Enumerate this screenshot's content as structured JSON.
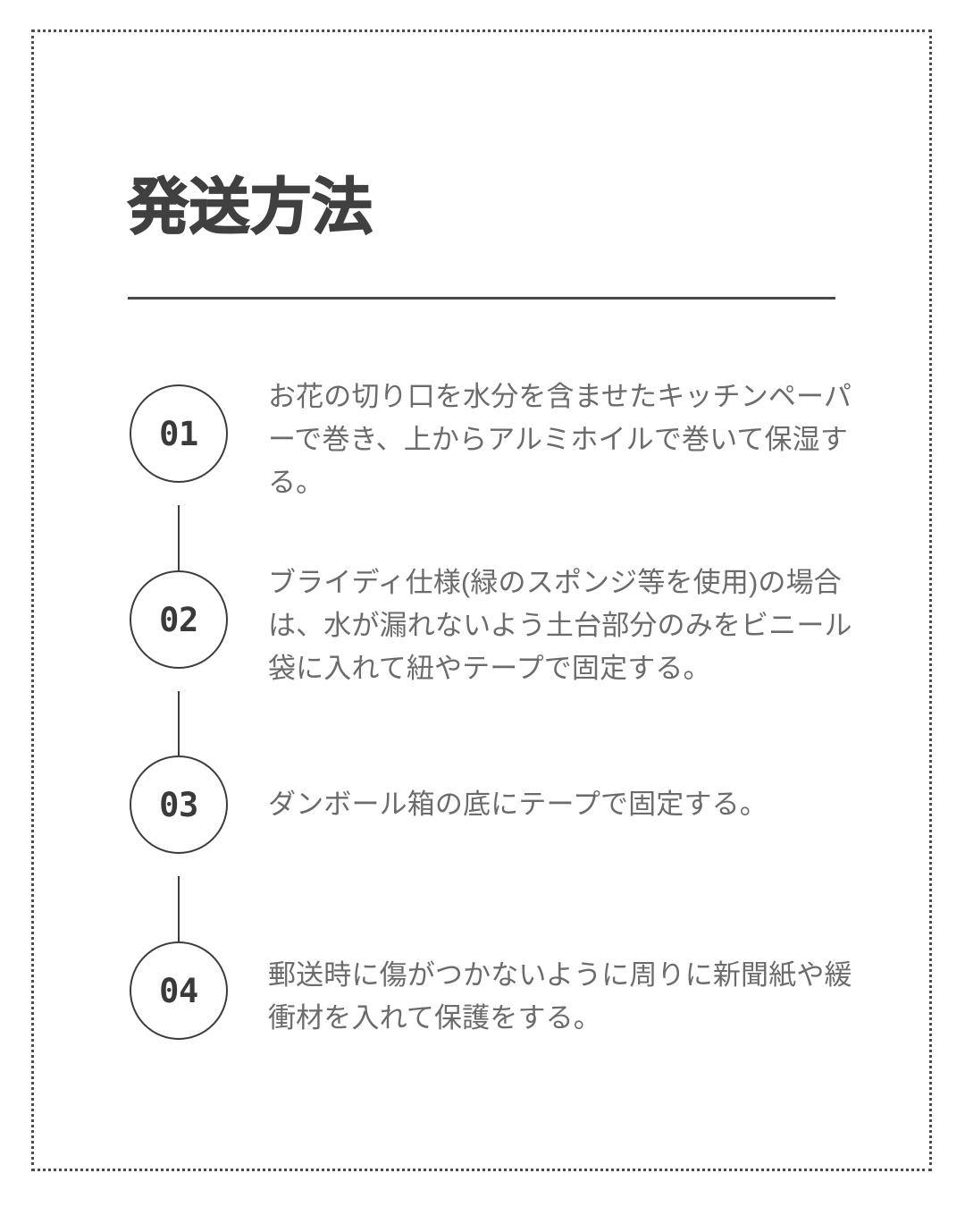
{
  "page": {
    "title": "発送方法",
    "background_color": "#ffffff",
    "border_color": "#4d4d4d",
    "heading_color": "#404040",
    "body_color": "#6b6b6b",
    "marker_color": "#3c3c3c",
    "rule_color": "#4a4a4a"
  },
  "steps": [
    {
      "number": "01",
      "text": "お花の切り口を水分を含ませたキッチンペーパーで巻き、上からアルミホイルで巻いて保湿する。"
    },
    {
      "number": "02",
      "text": "ブライディ仕様(緑のスポンジ等を使用)の場合は、水が漏れないよう土台部分のみをビニール袋に入れて紐やテープで固定する。"
    },
    {
      "number": "03",
      "text": "ダンボール箱の底にテープで固定する。"
    },
    {
      "number": "04",
      "text": "郵送時に傷がつかないように周りに新聞紙や緩衝材を入れて保護をする。"
    }
  ]
}
